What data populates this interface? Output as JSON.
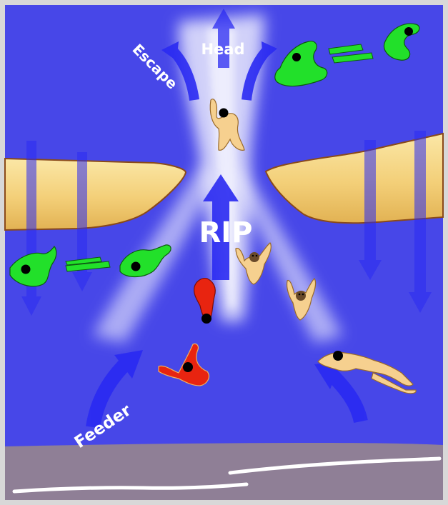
{
  "labels": {
    "head": "Head",
    "escape": "Escape",
    "rip": "RIP",
    "feeder": "Feeder"
  },
  "colors": {
    "frame": "#d8d8d8",
    "ocean": "#4747e8",
    "arrow": "#2a2af2",
    "sandbar_edge": "#8a4a1a",
    "sandbar_light": "#fbe7a6",
    "sandbar_dark": "#e3b356",
    "beach": "#8f7f96",
    "surf": "#ffffff",
    "swimmer_green": "#22e02a",
    "swimmer_tan": "#f6d08f",
    "swimmer_red": "#e82410"
  },
  "icons": [
    "swimmer-escaping",
    "swimmer-caught",
    "swimmer-feeder",
    "current-arrow"
  ]
}
